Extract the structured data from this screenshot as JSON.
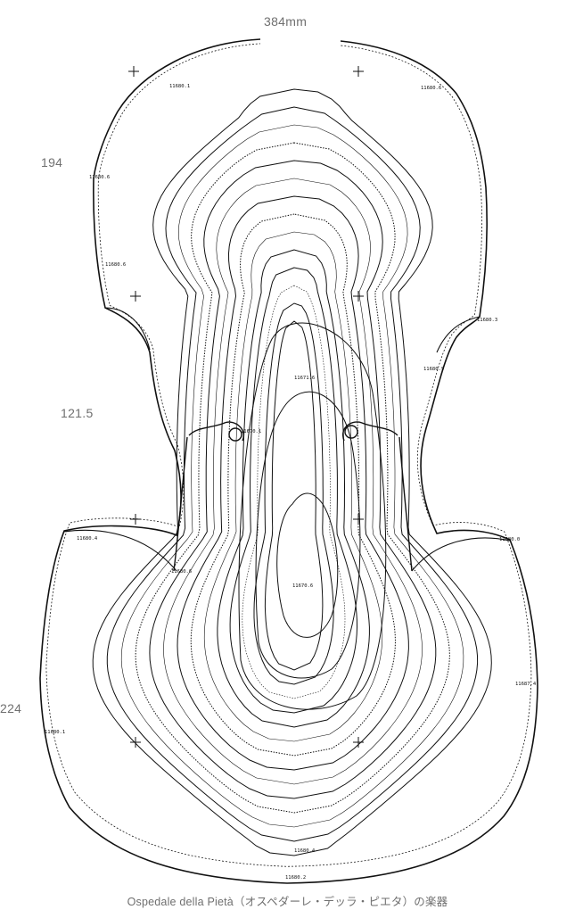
{
  "dimensions": {
    "body_length": "384mm",
    "upper_bout": "194",
    "waist": "121.5",
    "lower_bout": "224"
  },
  "caption": "Ospedale della Pietà（オスペダーレ・デッラ・ピエタ）の楽器",
  "elevation_labels": [
    {
      "id": "e1",
      "text": "11680.1"
    },
    {
      "id": "e2",
      "text": "11680.6"
    },
    {
      "id": "e3",
      "text": "11680.6"
    },
    {
      "id": "e4",
      "text": "11680.6"
    },
    {
      "id": "e5",
      "text": "11680.3"
    },
    {
      "id": "e6",
      "text": "11680.9"
    },
    {
      "id": "e7",
      "text": "11671.6"
    },
    {
      "id": "e8",
      "text": "11670.1"
    },
    {
      "id": "e9",
      "text": "11680.4"
    },
    {
      "id": "e10",
      "text": "11680.0"
    },
    {
      "id": "e11",
      "text": "11670.6"
    },
    {
      "id": "e12",
      "text": "11680.6"
    },
    {
      "id": "e13",
      "text": "11680.1"
    },
    {
      "id": "e14",
      "text": "11687.4"
    },
    {
      "id": "e15",
      "text": "11680.4"
    },
    {
      "id": "e16",
      "text": "11680.2"
    }
  ],
  "colors": {
    "contour": "#111111",
    "dimension_text": "#6f6f6f"
  }
}
